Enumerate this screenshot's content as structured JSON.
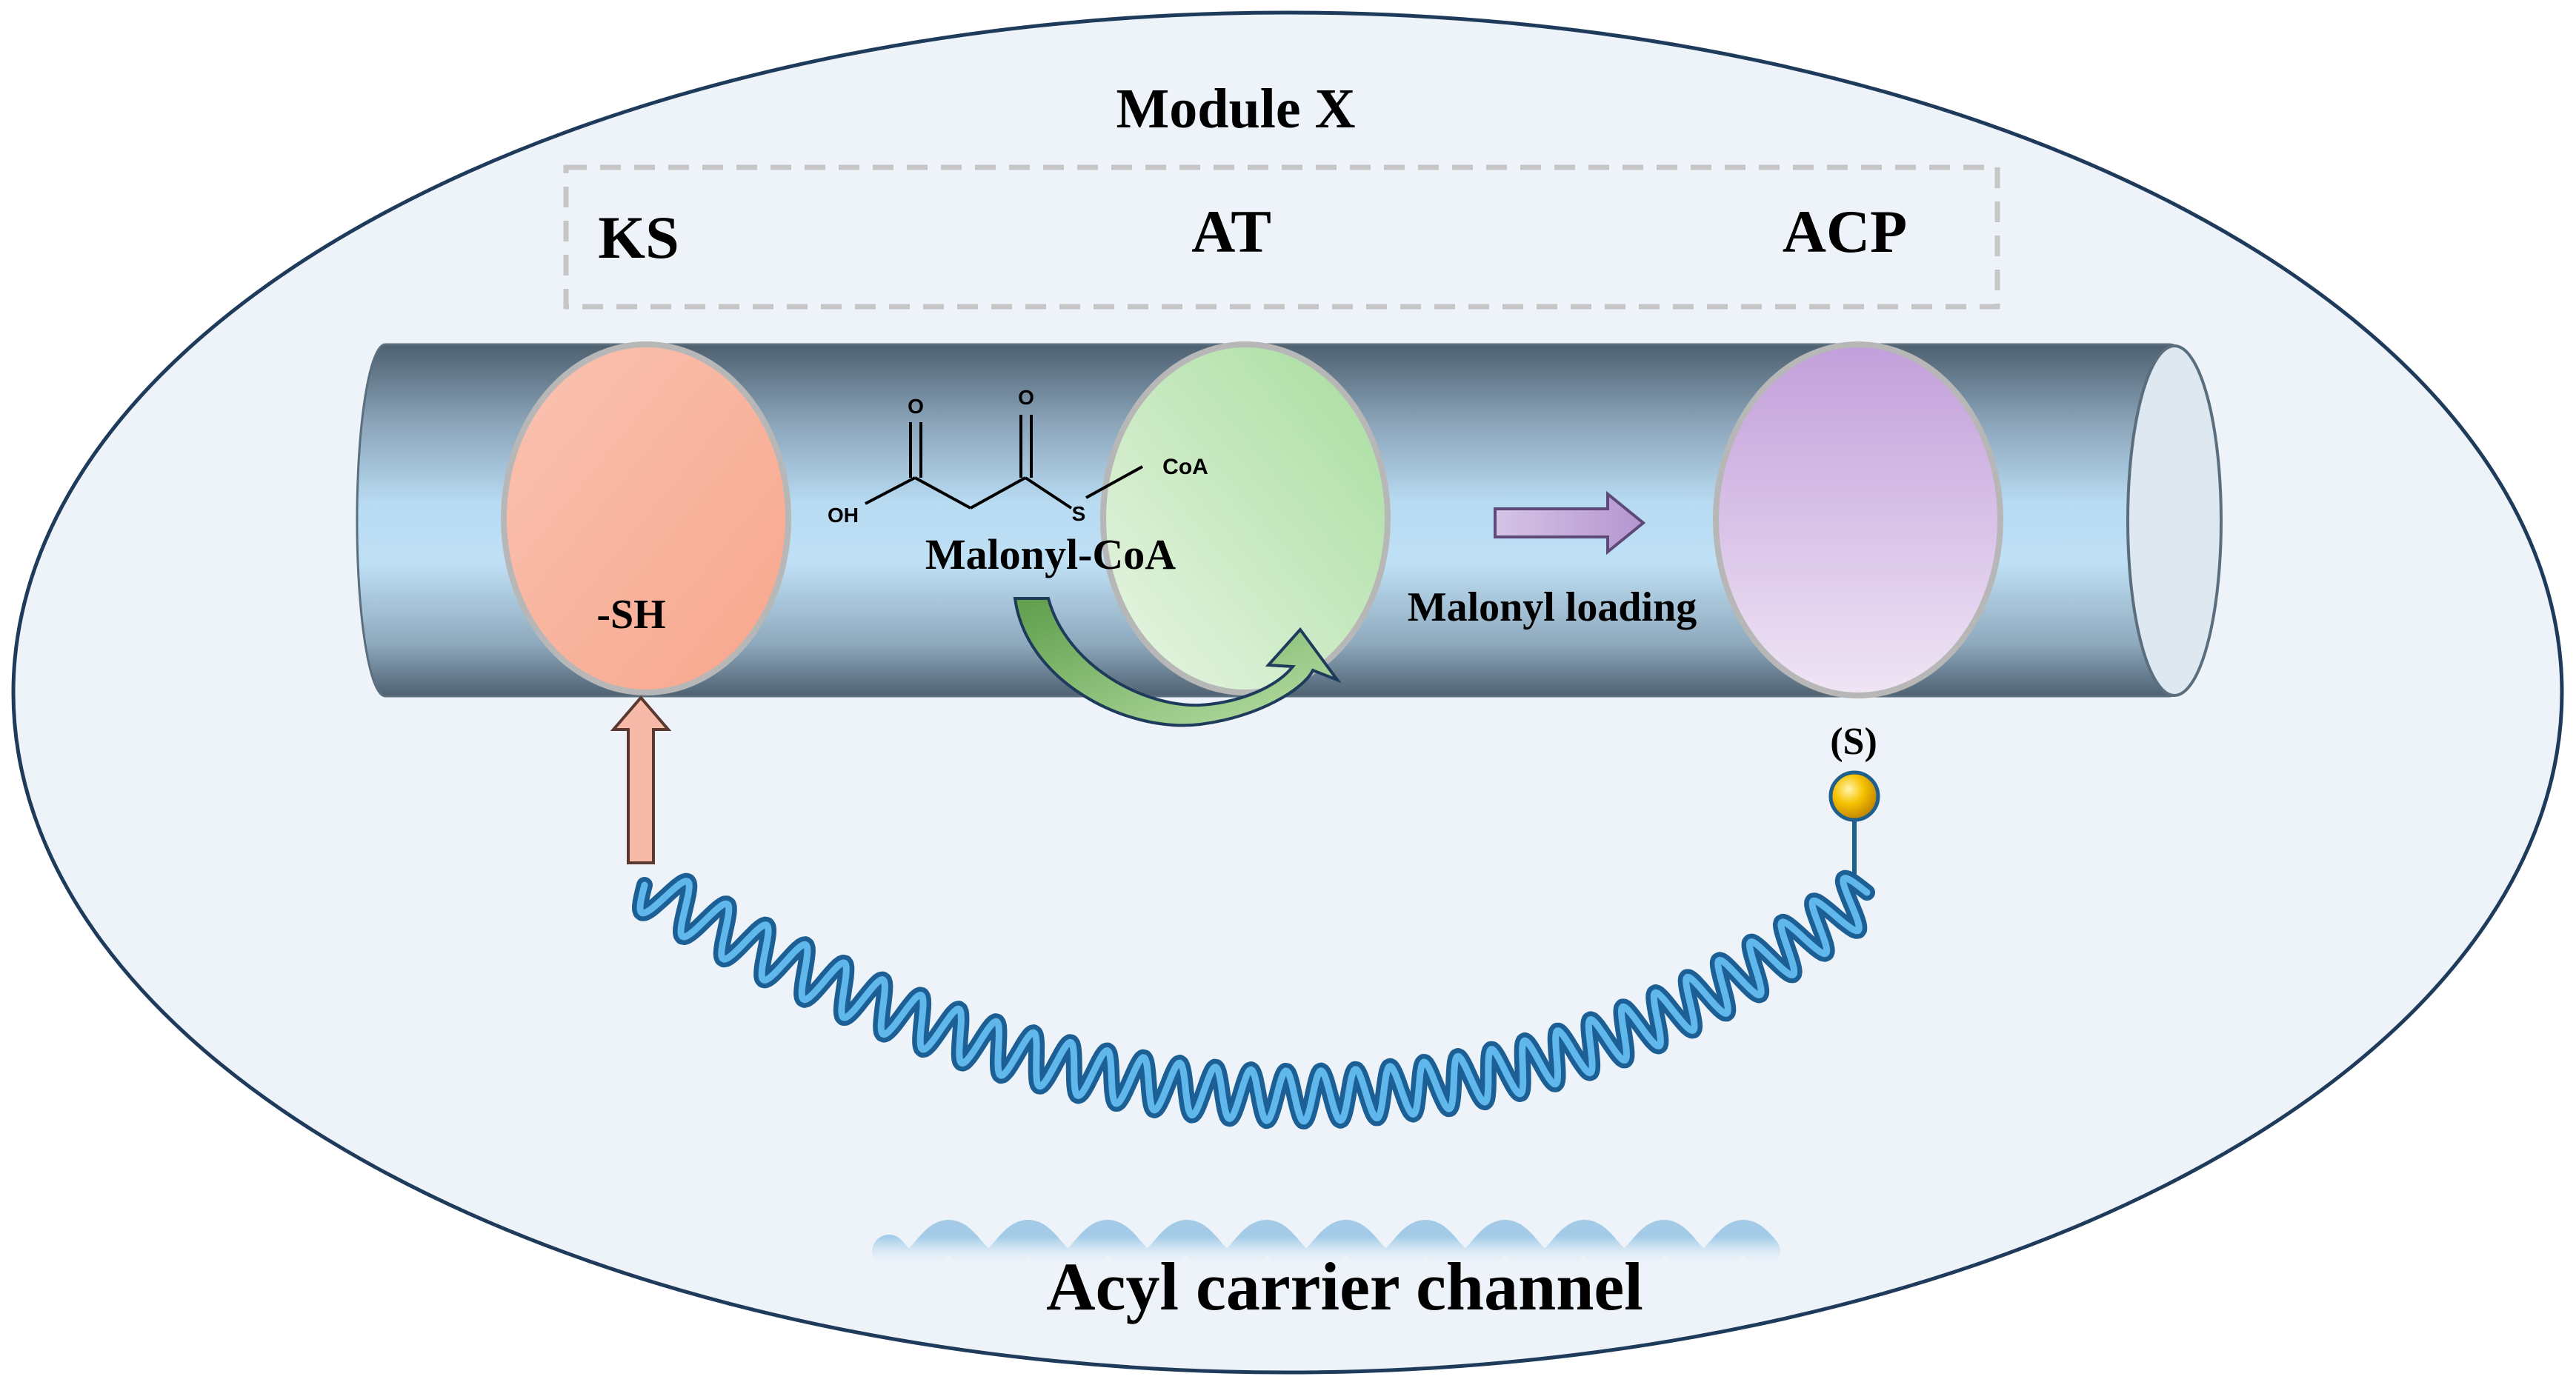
{
  "module_title": "Module X",
  "domains": {
    "ks": "KS",
    "at": "AT",
    "acp": "ACP"
  },
  "ks_group": "-SH",
  "substrate": {
    "name": "Malonyl-CoA",
    "atoms": {
      "oh": "OH",
      "o1": "O",
      "o2": "O",
      "s": "S",
      "coa": "CoA"
    }
  },
  "loading_label": "Malonyl loading",
  "sulfur_label": "(S)",
  "channel_label": "Acyl carrier channel",
  "colors": {
    "ellipse_bg": "#eef3f9",
    "ks_fill": "#f8b09a",
    "at_fill": "#b8e6b0",
    "acp_fill": "#c9a8df",
    "linker": "#2a86c4",
    "sphere": "#f2b400"
  }
}
